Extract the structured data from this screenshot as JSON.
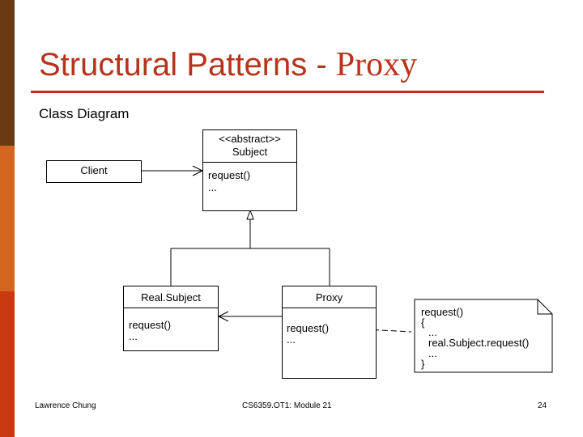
{
  "slide": {
    "title_main": "Structural Patterns - ",
    "title_proxy": "Proxy",
    "subtitle": "Class Diagram"
  },
  "diagram": {
    "subject": {
      "stereotype": "<<abstract>>",
      "name": "Subject",
      "op1": "request()",
      "op2": "..."
    },
    "client": {
      "name": "Client"
    },
    "real_subject": {
      "name": "Real.Subject",
      "op1": "request()",
      "op2": "..."
    },
    "proxy": {
      "name": "Proxy",
      "op1": "request()",
      "op2": "..."
    },
    "note": {
      "lines": [
        "request()",
        "{",
        "...",
        "real.Subject.request()",
        "...",
        "}"
      ]
    }
  },
  "footer": {
    "author": "Lawrence Chung",
    "course": "CS6359.OT1: Module 21",
    "page": "24"
  },
  "colors": {
    "accent": "#b8331a",
    "sidebar_top": "#6b3a12",
    "sidebar_mid": "#d4661f",
    "sidebar_bottom": "#c9380f"
  }
}
